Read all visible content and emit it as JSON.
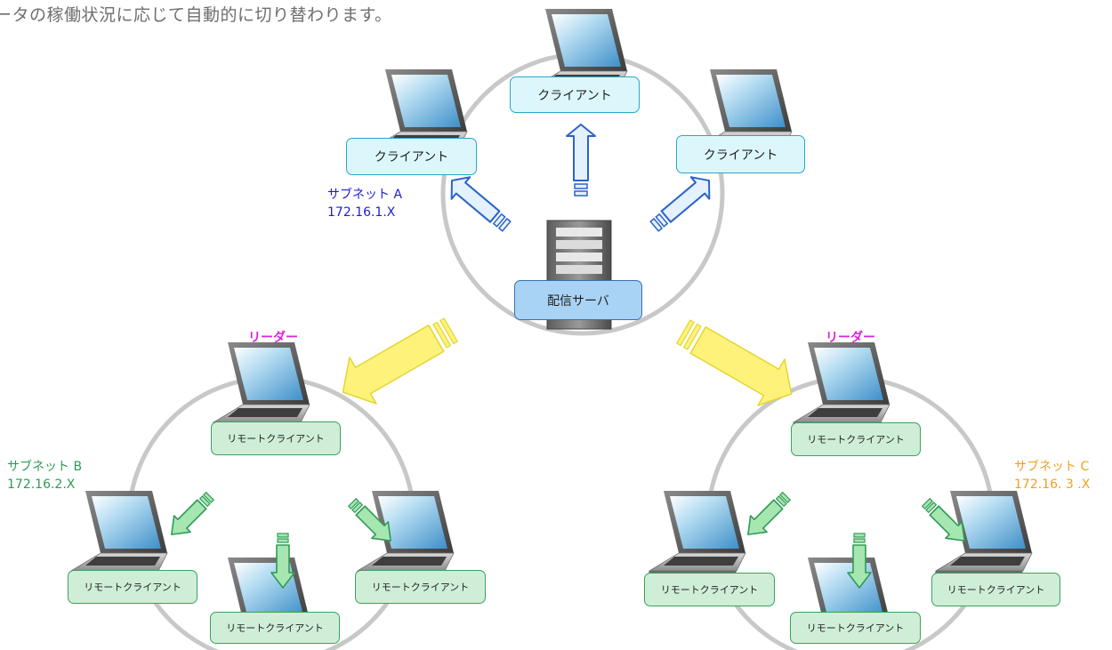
{
  "caption": "ータの稼働状況に応じて自動的に切り替わります。",
  "colors": {
    "subnet_a": "#1e1ed2",
    "subnet_b": "#2e9b55",
    "subnet_c": "#f0a020",
    "leader": "#e020e0",
    "ring": "#c8c8c8",
    "client_box": "#dcf7fb",
    "remote_box": "#cfeed8",
    "server_box": "#a9d3f4",
    "arrow_blue": "#e4f1ff",
    "arrow_green": "#a6e6b0",
    "arrow_yellow": "#fff27a"
  },
  "subnet_a": {
    "name": "サブネット A",
    "address": "172.16.1.X",
    "server_label": "配信サーバ",
    "clients": [
      "クライアント",
      "クライアント",
      "クライアント"
    ]
  },
  "subnet_b": {
    "name": "サブネット B",
    "address": "172.16.2.X",
    "leader_label": "リーダー",
    "leader_client": "リモートクライアント",
    "clients": [
      "リモートクライアント",
      "リモートクライアント",
      "リモートクライアント"
    ]
  },
  "subnet_c": {
    "name": "サブネット C",
    "address": "172.16. 3 .X",
    "leader_label": "リーダー",
    "leader_client": "リモートクライアント",
    "clients": [
      "リモートクライアント",
      "リモートクライアント",
      "リモートクライアント"
    ]
  }
}
